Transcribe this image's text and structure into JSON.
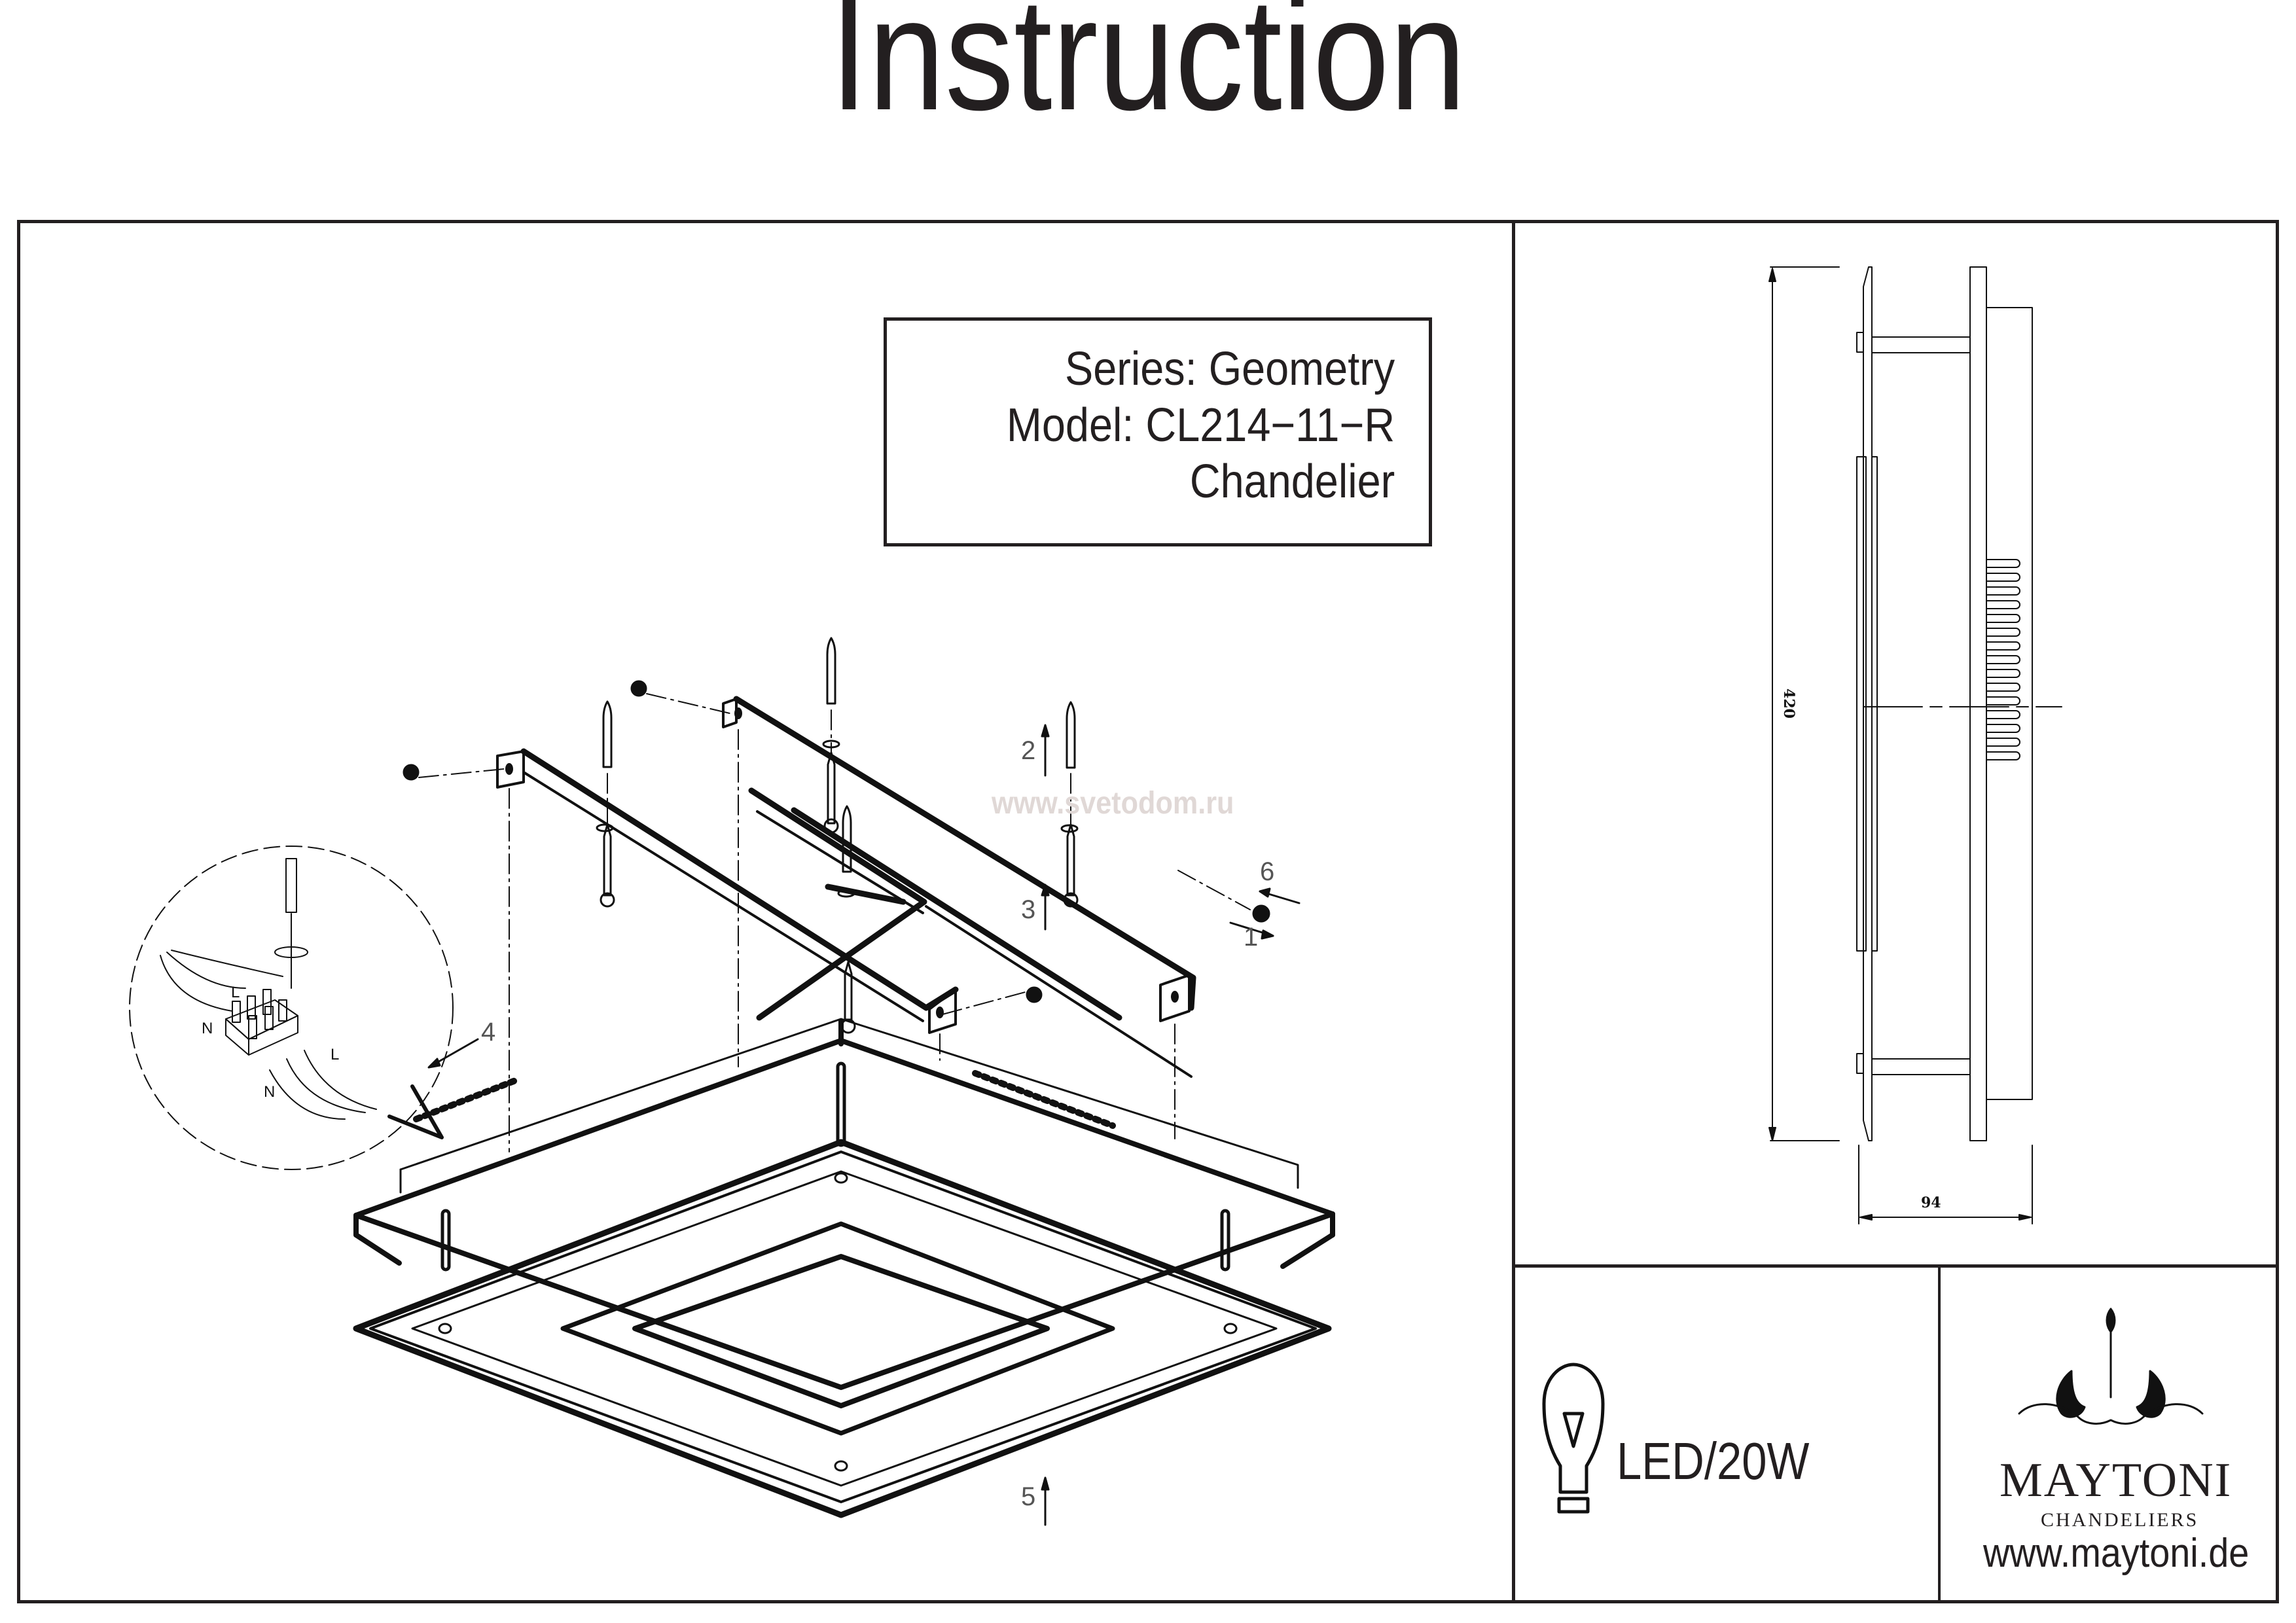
{
  "header": {
    "title": "Instruction"
  },
  "product": {
    "series": "Series: Geometry",
    "model": "Model: CL214−11−R",
    "type": "Chandelier"
  },
  "watermark": "www.svetodom.ru",
  "assembly": {
    "steps": [
      "1",
      "2",
      "3",
      "4",
      "5",
      "6"
    ],
    "wiring_labels": {
      "live": "L",
      "neutral": "N",
      "ground_icon": "earth-ground-icon"
    }
  },
  "side_view": {
    "height_dimension": "420",
    "depth_dimension": "94"
  },
  "spec": {
    "icon": "light-bulb-icon",
    "lamp": "LED/20W"
  },
  "brand": {
    "name": "MAYTONI",
    "subtitle": "CHANDELIERS",
    "website": "www.maytoni.de",
    "logo_icon": "chandelier-logo-icon"
  }
}
